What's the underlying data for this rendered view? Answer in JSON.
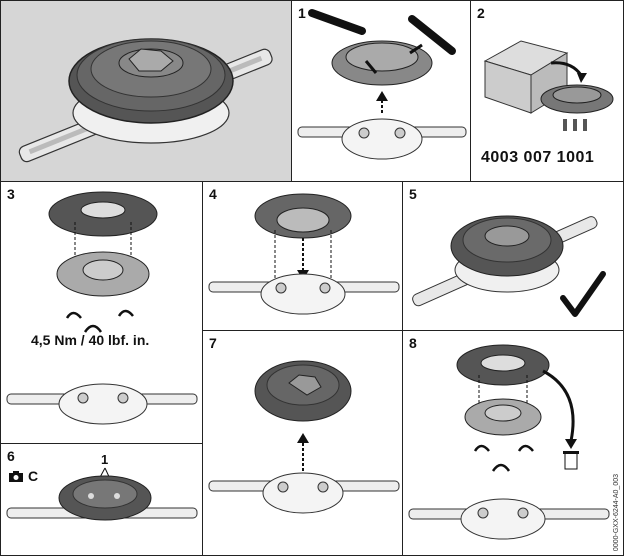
{
  "steps": [
    {
      "number": "1"
    },
    {
      "number": "2"
    },
    {
      "number": "3"
    },
    {
      "number": "4"
    },
    {
      "number": "5"
    },
    {
      "number": "6"
    },
    {
      "number": "7"
    },
    {
      "number": "8"
    }
  ],
  "step2": {
    "part_number": "4003 007 1001"
  },
  "step3": {
    "torque": "4,5 Nm / 40 lbf. in."
  },
  "step6": {
    "mode_letter": "C",
    "callout": "1",
    "icon": "camera-icon"
  },
  "doc_ref": "0000-GXX-6244-A0_003"
}
